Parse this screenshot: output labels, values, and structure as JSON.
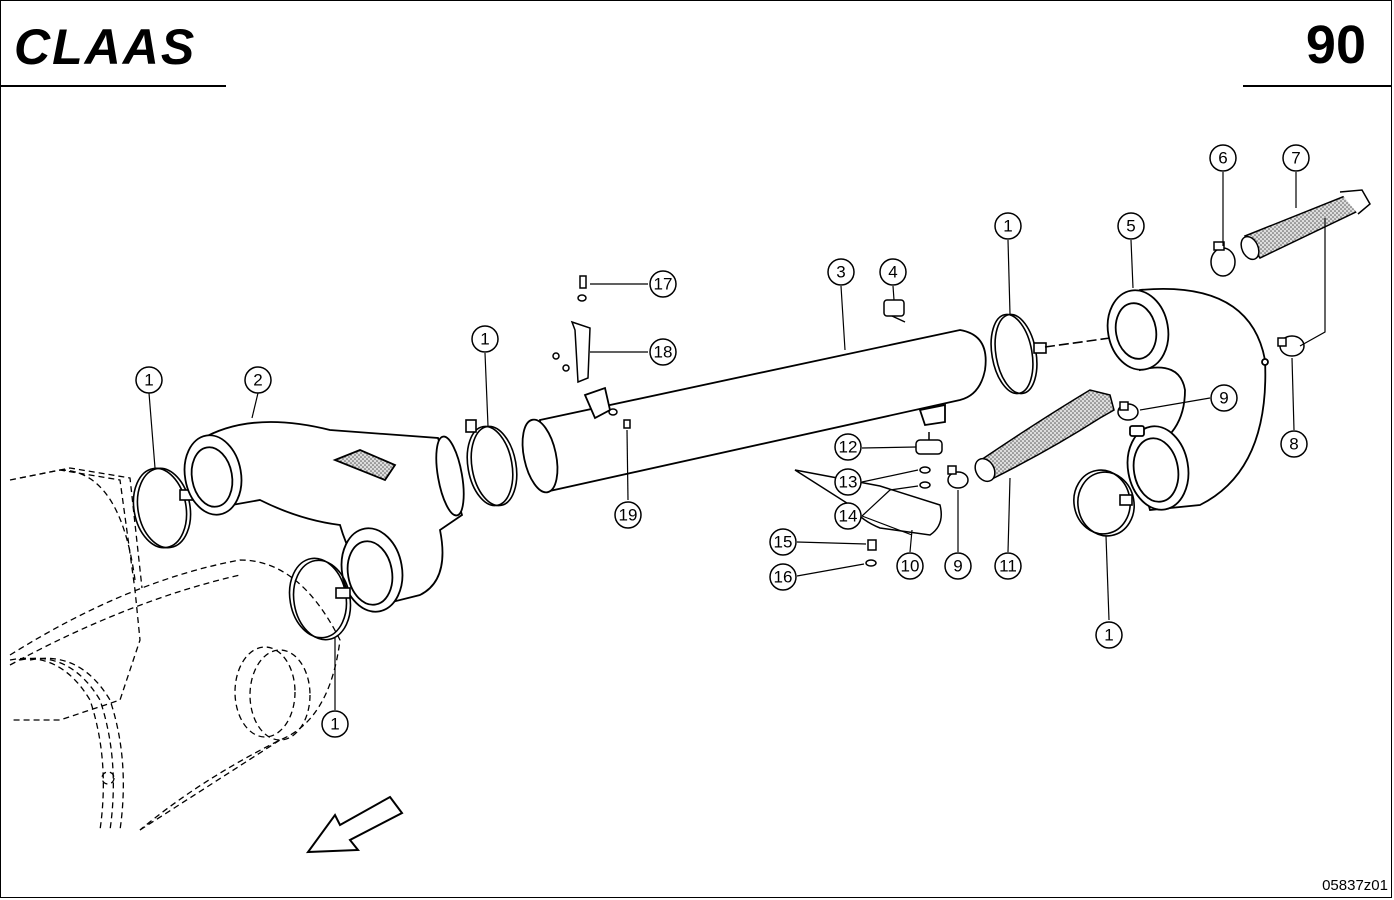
{
  "header": {
    "brand": "CLAAS",
    "page_number": "90"
  },
  "footer": {
    "drawing_number": "05837z01"
  },
  "callouts": {
    "c1a": "1",
    "c1b": "1",
    "c1c": "1",
    "c1d": "1",
    "c1e": "1",
    "c2": "2",
    "c3": "3",
    "c4": "4",
    "c5": "5",
    "c6": "6",
    "c7": "7",
    "c8": "8",
    "c9a": "9",
    "c9b": "9",
    "c10": "10",
    "c11": "11",
    "c12": "12",
    "c13": "13",
    "c14": "14",
    "c15": "15",
    "c16": "16",
    "c17": "17",
    "c18": "18",
    "c19": "19"
  },
  "colors": {
    "ink": "#000000",
    "paper": "#ffffff",
    "hatch": "#c8c8c8"
  }
}
